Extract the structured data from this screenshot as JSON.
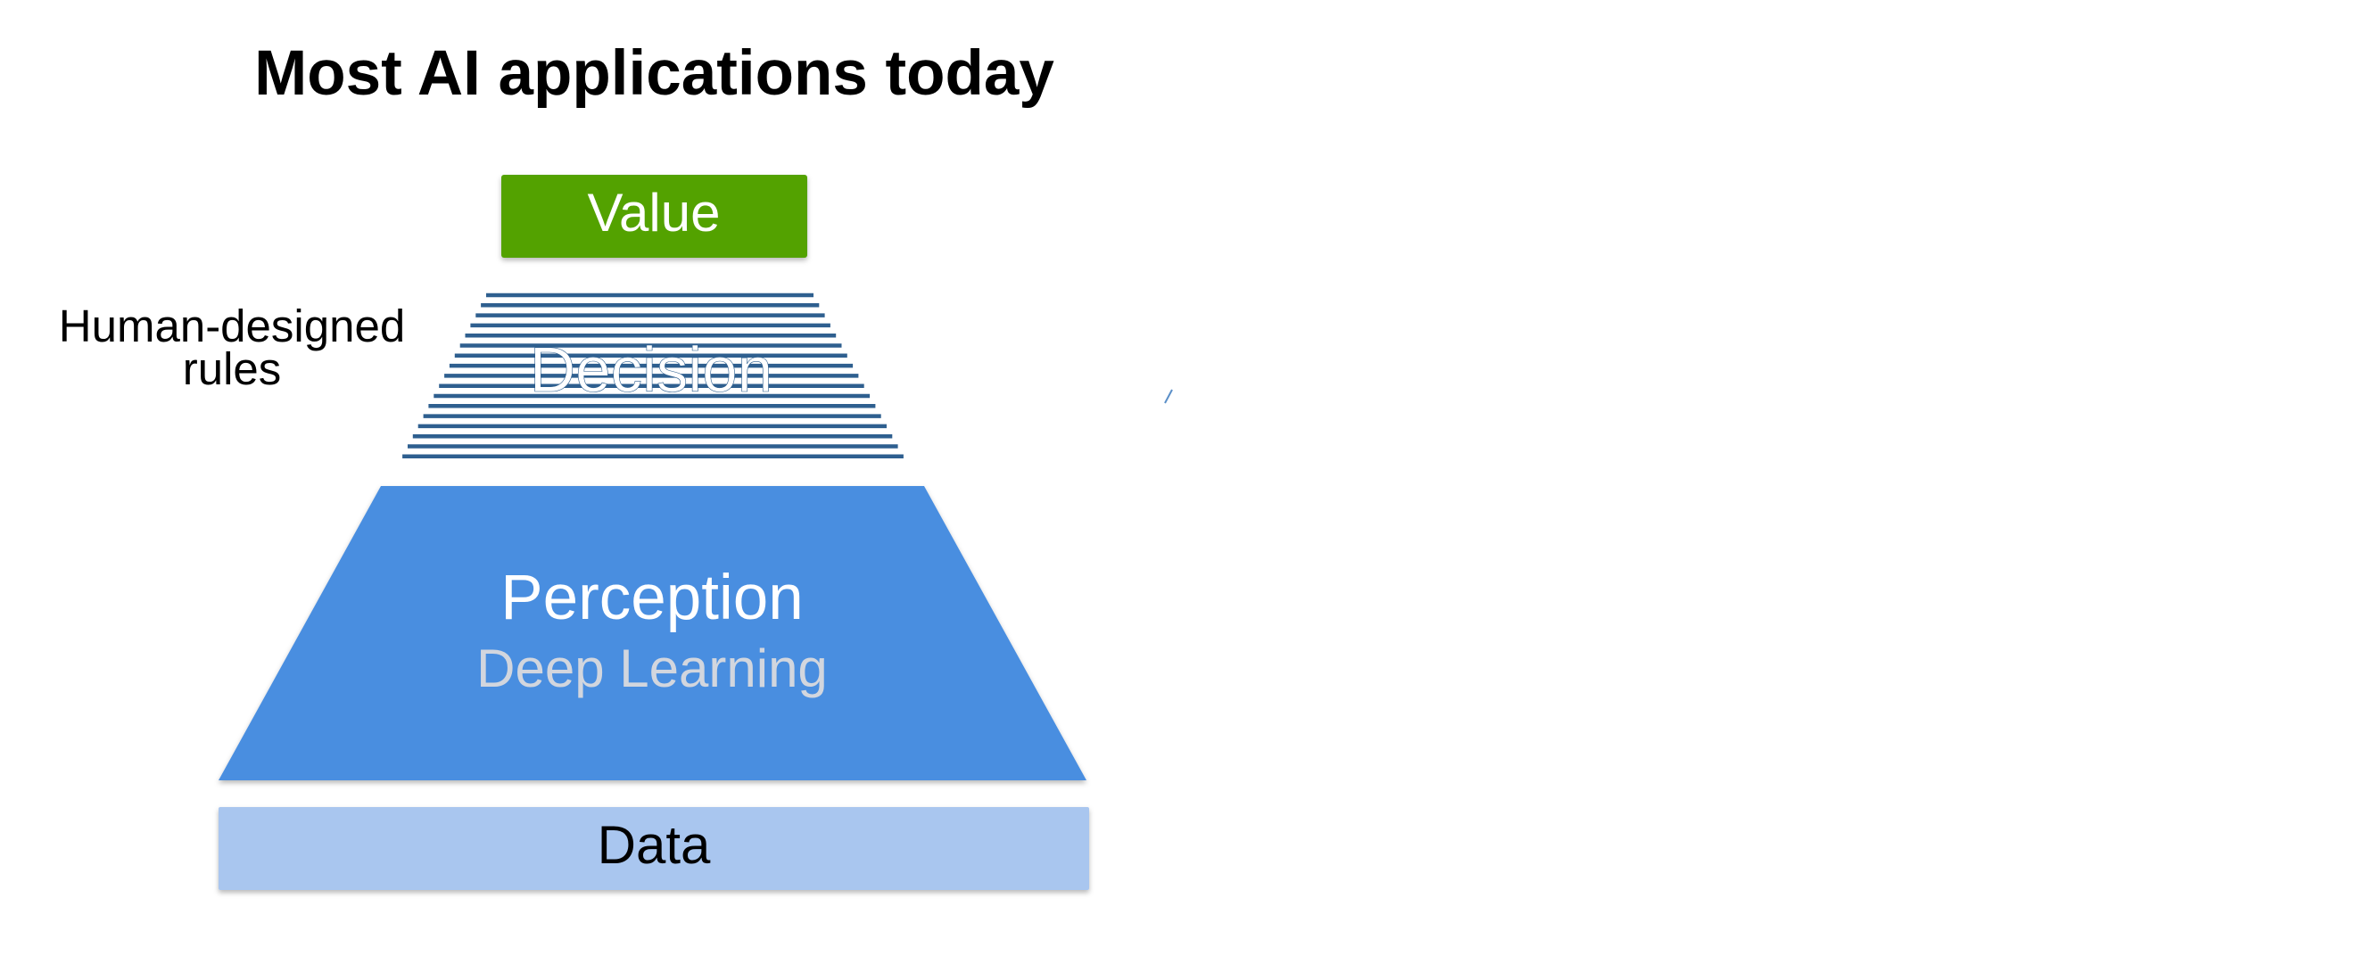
{
  "title": "Most AI applications today",
  "side_label": {
    "line1": "Human-designed",
    "line2": "rules"
  },
  "pyramid": {
    "value": {
      "label": "Value",
      "color": "#52a200"
    },
    "decision": {
      "label": "Decision",
      "stripe_color": "#2e5f8f"
    },
    "perception": {
      "label": "Perception",
      "sublabel": "Deep Learning",
      "color": "#4a8ee0",
      "sublabel_color": "#d2d6de"
    },
    "data": {
      "label": "Data",
      "color": "#a9c6ef"
    }
  }
}
